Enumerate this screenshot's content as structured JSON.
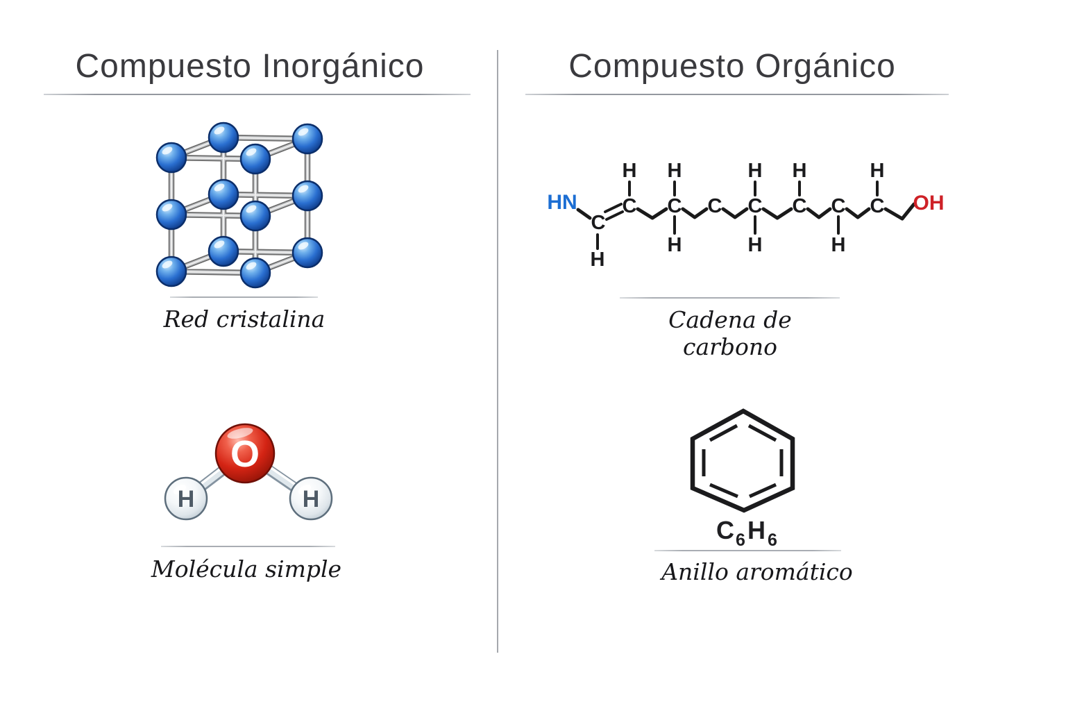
{
  "left_panel": {
    "title": "Compuesto Inorgánico",
    "figures": [
      {
        "id": "crystal-lattice",
        "caption": "Red cristalina"
      },
      {
        "id": "water-molecule",
        "caption": "Molécula simple"
      }
    ],
    "water": {
      "oxygen": "O",
      "hydrogen_left": "H",
      "hydrogen_right": "H"
    }
  },
  "right_panel": {
    "title": "Compuesto Orgánico",
    "figures": [
      {
        "id": "carbon-chain",
        "caption": "Cadena de carbono"
      },
      {
        "id": "aromatic-ring",
        "caption": "Anillo aromático"
      }
    ],
    "chain": {
      "left_group": "HN",
      "right_group": "OH",
      "hydrogen_label": "H",
      "carbons": [
        "C",
        "C",
        "C",
        "C",
        "C",
        "C",
        "C",
        "C"
      ],
      "hydrogens_above_carbons": [
        2,
        3,
        5,
        6,
        8
      ],
      "hydrogens_below_carbons": [
        1,
        3,
        5,
        7
      ],
      "double_bond_between": "C1-C2"
    },
    "formula": {
      "c": "C",
      "c_sub": "6",
      "h": "H",
      "h_sub": "6"
    }
  },
  "colors": {
    "lattice_atom_blue": "#2a6fd0",
    "oxygen_red": "#d42414",
    "hydrogen_sphere_white": "#eef2f5",
    "amine_blue": "#1c6ed3",
    "hydroxyl_red": "#ce2127",
    "structure_black": "#1a1a1a",
    "divider_gray": "#a5a8ad",
    "rule_gray": "#94989f"
  }
}
